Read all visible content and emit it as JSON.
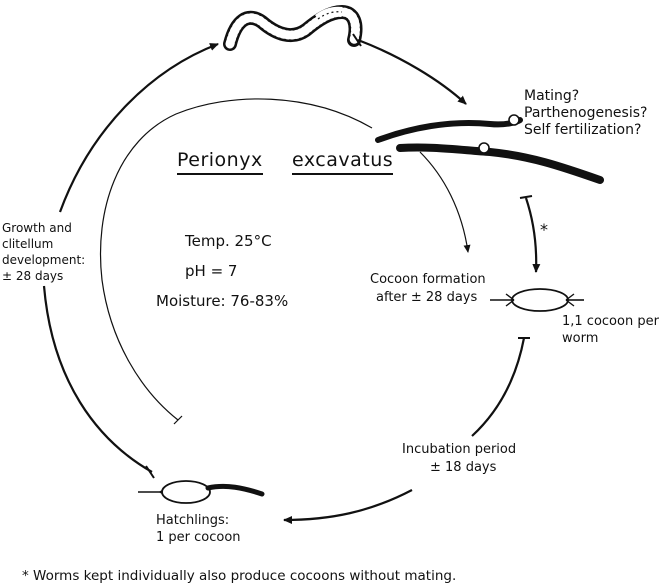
{
  "species": {
    "genus": "Perionyx",
    "epithet": "excavatus"
  },
  "conditions": {
    "temperature": "Temp. 25°C",
    "ph": "pH = 7",
    "moisture": "Moisture: 76-83%"
  },
  "stages": {
    "reproduction": [
      "Mating?",
      "Parthenogenesis?",
      "Self fertilization?"
    ],
    "asterisk": "*",
    "cocoon_formation": [
      "Cocoon formation",
      "after ± 28 days"
    ],
    "cocoon_rate": [
      "1,1 cocoon per",
      "worm"
    ],
    "incubation": [
      "Incubation period",
      "± 18 days"
    ],
    "hatchlings": [
      "Hatchlings:",
      "1 per cocoon"
    ],
    "growth": [
      "Growth and",
      "clitellum",
      "development:",
      "± 28 days"
    ]
  },
  "footnote": "* Worms kept individually also produce cocoons without mating."
}
